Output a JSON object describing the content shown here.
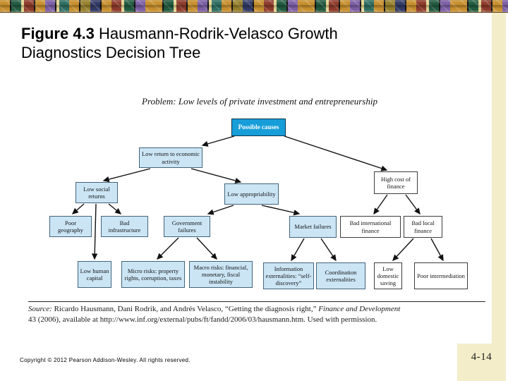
{
  "slide": {
    "title_bold": "Figure 4.3",
    "title_line1_rest": "  Hausmann-Rodrik-Velasco Growth",
    "title_line2": "Diagnostics Decision Tree",
    "page_number": "4-14",
    "copyright": "Copyright © 2012 Pearson Addison-Wesley. All rights reserved."
  },
  "figure": {
    "problem_label": "Problem: Low levels of private investment and entrepreneurship",
    "source_prefix": "Source:",
    "source_mid": " Ricardo Hausmann, Dani Rodrik, and Andrés Velasco, “Getting the diagnosis right,” ",
    "source_journal": "Finance and Development",
    "source_line2": "43 (2006), available at http://www.inf.org/external/pubs/ft/fandd/2006/03/hausmann.htm. Used with permission."
  },
  "tree": {
    "nodes": [
      {
        "id": "possible-causes",
        "label": "Possible causes",
        "style": "bright"
      },
      {
        "id": "low-return",
        "label": "Low return to economic activity",
        "style": "pale"
      },
      {
        "id": "low-social-returns",
        "label": "Low social returns",
        "style": "pale"
      },
      {
        "id": "low-appropriability",
        "label": "Low appropriability",
        "style": "pale"
      },
      {
        "id": "high-cost-of-finance",
        "label": "High cost of finance",
        "style": "white"
      },
      {
        "id": "poor-geography",
        "label": "Poor geography",
        "style": "pale"
      },
      {
        "id": "bad-infrastructure",
        "label": "Bad infrastructure",
        "style": "pale"
      },
      {
        "id": "government-failures",
        "label": "Government failures",
        "style": "pale"
      },
      {
        "id": "market-failures",
        "label": "Market failures",
        "style": "pale"
      },
      {
        "id": "bad-international-finance",
        "label": "Bad international finance",
        "style": "white"
      },
      {
        "id": "bad-local-finance",
        "label": "Bad local finance",
        "style": "white"
      },
      {
        "id": "low-human-capital",
        "label": "Low human capital",
        "style": "pale"
      },
      {
        "id": "micro-risks",
        "label": "Micro risks: property rights, corruption, taxes",
        "style": "pale"
      },
      {
        "id": "macro-risks",
        "label": "Macro risks: financial, monetary, fiscal instability",
        "style": "pale"
      },
      {
        "id": "information-externalities",
        "label": "Information externalities: “self-discovery”",
        "style": "pale"
      },
      {
        "id": "coordination-externalities",
        "label": "Coordination externalities",
        "style": "pale"
      },
      {
        "id": "low-domestic-saving",
        "label": "Low domestic saving",
        "style": "white"
      },
      {
        "id": "poor-intermediation",
        "label": "Poor intermediation",
        "style": "white"
      }
    ],
    "edges": [
      {
        "from": "possible-causes",
        "to": "low-return"
      },
      {
        "from": "possible-causes",
        "to": "high-cost-of-finance"
      },
      {
        "from": "low-return",
        "to": "low-social-returns"
      },
      {
        "from": "low-return",
        "to": "low-appropriability"
      },
      {
        "from": "low-social-returns",
        "to": "poor-geography"
      },
      {
        "from": "low-social-returns",
        "to": "low-human-capital"
      },
      {
        "from": "low-social-returns",
        "to": "bad-infrastructure"
      },
      {
        "from": "low-appropriability",
        "to": "government-failures"
      },
      {
        "from": "low-appropriability",
        "to": "market-failures"
      },
      {
        "from": "government-failures",
        "to": "micro-risks"
      },
      {
        "from": "government-failures",
        "to": "macro-risks"
      },
      {
        "from": "market-failures",
        "to": "information-externalities"
      },
      {
        "from": "market-failures",
        "to": "coordination-externalities"
      },
      {
        "from": "high-cost-of-finance",
        "to": "bad-international-finance"
      },
      {
        "from": "high-cost-of-finance",
        "to": "bad-local-finance"
      },
      {
        "from": "bad-local-finance",
        "to": "low-domestic-saving"
      },
      {
        "from": "bad-local-finance",
        "to": "poor-intermediation"
      }
    ]
  },
  "colors": {
    "bright_node": "#179ed9",
    "pale_node": "#CBE5F5",
    "beige_panel": "#F3EDCA",
    "border_gold": "#C78F2D"
  }
}
